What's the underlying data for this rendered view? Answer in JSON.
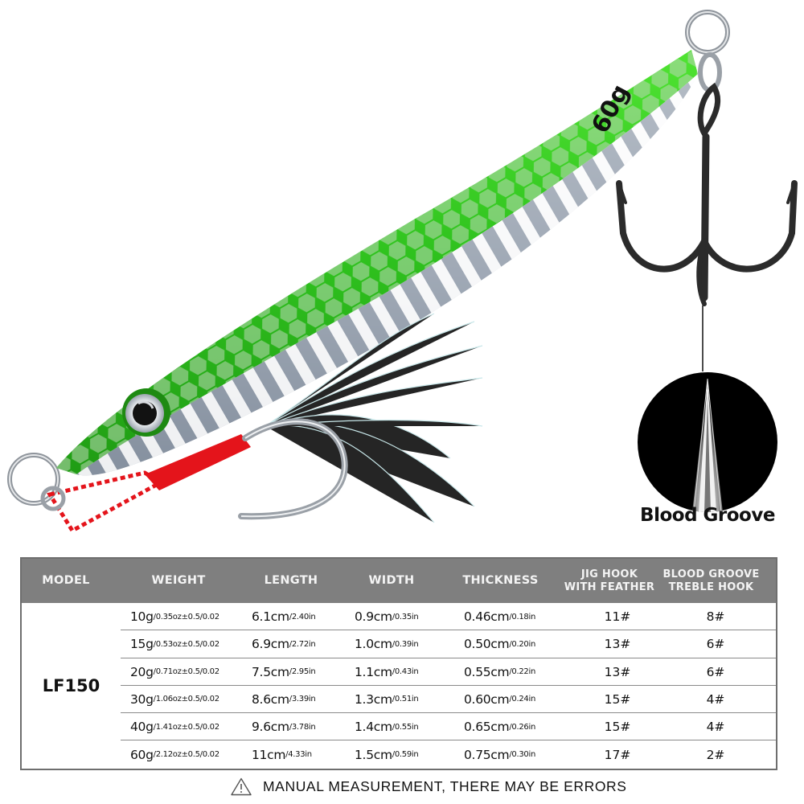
{
  "product": {
    "body_mark": "60g",
    "callout": {
      "label": "Blood Groove"
    },
    "colors": {
      "body_green": "#3fd62a",
      "belly_silver": "#d9dde3",
      "assist_cord_red": "#e4141b",
      "treble_hook": "#2a2a2a"
    }
  },
  "table": {
    "headers": {
      "model": "MODEL",
      "weight": "WEIGHT",
      "length": "LENGTH",
      "width": "WIDTH",
      "thickness": "THICKNESS",
      "jig_hook_line1": "JIG HOOK",
      "jig_hook_line2": "WITH FEATHER",
      "treble_line1": "BLOOD GROOVE",
      "treble_line2": "TREBLE HOOK"
    },
    "model": "LF150",
    "header_bg": "#7f7f7f",
    "rows": [
      {
        "weight": "10g",
        "weight_sub": "/0.35oz±0.5/0.02",
        "length": "6.1cm",
        "length_sub": "/2.40in",
        "width": "0.9cm",
        "width_sub": "/0.35in",
        "thickness": "0.46cm",
        "thickness_sub": "/0.18in",
        "jig_hook": "11#",
        "treble_hook": "8#"
      },
      {
        "weight": "15g",
        "weight_sub": "/0.53oz±0.5/0.02",
        "length": "6.9cm",
        "length_sub": "/2.72in",
        "width": "1.0cm",
        "width_sub": "/0.39in",
        "thickness": "0.50cm",
        "thickness_sub": "/0.20in",
        "jig_hook": "13#",
        "treble_hook": "6#"
      },
      {
        "weight": "20g",
        "weight_sub": "/0.71oz±0.5/0.02",
        "length": "7.5cm",
        "length_sub": "/2.95in",
        "width": "1.1cm",
        "width_sub": "/0.43in",
        "thickness": "0.55cm",
        "thickness_sub": "/0.22in",
        "jig_hook": "13#",
        "treble_hook": "6#"
      },
      {
        "weight": "30g",
        "weight_sub": "/1.06oz±0.5/0.02",
        "length": "8.6cm",
        "length_sub": "/3.39in",
        "width": "1.3cm",
        "width_sub": "/0.51in",
        "thickness": "0.60cm",
        "thickness_sub": "/0.24in",
        "jig_hook": "15#",
        "treble_hook": "4#"
      },
      {
        "weight": "40g",
        "weight_sub": "/1.41oz±0.5/0.02",
        "length": "9.6cm",
        "length_sub": "/3.78in",
        "width": "1.4cm",
        "width_sub": "/0.55in",
        "thickness": "0.65cm",
        "thickness_sub": "/0.26in",
        "jig_hook": "15#",
        "treble_hook": "4#"
      },
      {
        "weight": "60g",
        "weight_sub": "/2.12oz±0.5/0.02",
        "length": "11cm",
        "length_sub": "/4.33in",
        "width": "1.5cm",
        "width_sub": "/0.59in",
        "thickness": "0.75cm",
        "thickness_sub": "/0.30in",
        "jig_hook": "17#",
        "treble_hook": "2#"
      }
    ]
  },
  "disclaimer": {
    "icon": "warning-triangle-icon",
    "text": "MANUAL MEASUREMENT, THERE MAY BE ERRORS"
  }
}
